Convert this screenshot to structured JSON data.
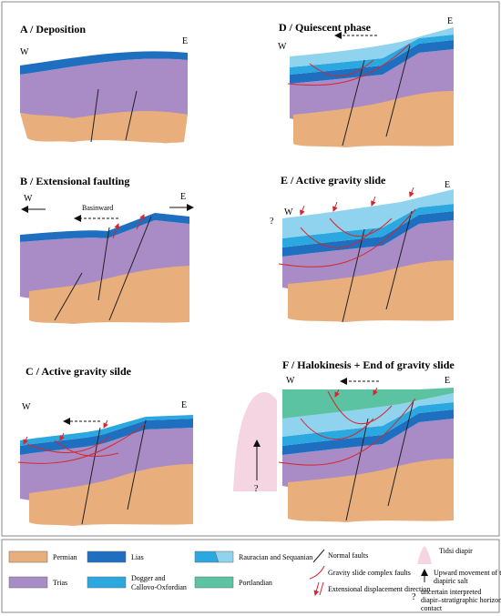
{
  "colors": {
    "permian": "#E8AE7C",
    "trias": "#A98BC6",
    "lias": "#1E6FBF",
    "dogger": "#2CA8E0",
    "rauracian": "#8FD3EE",
    "portlandian": "#5CC3A2",
    "normal_fault": "#222222",
    "gravity_fault": "#D6262F",
    "diapir": "#F6D5E3"
  },
  "panels": {
    "a": {
      "title": "A / Deposition",
      "west": "W",
      "east": "E"
    },
    "b": {
      "title": "B / Extensional faulting",
      "west": "W",
      "east": "E",
      "basinward": "Basinward"
    },
    "c": {
      "title": "C / Active gravity silde",
      "west": "W",
      "east": "E"
    },
    "d": {
      "title": "D / Quiescent phase",
      "west": "W",
      "east": "E"
    },
    "e": {
      "title": "E / Active gravity slide",
      "west": "W",
      "east": "E",
      "question": "?"
    },
    "f": {
      "title": "F / Halokinesis + End of gravity slide",
      "west": "W",
      "east": "E",
      "question": "?"
    }
  },
  "legend": {
    "permian": "Permian",
    "trias": "Trias",
    "lias": "Lias",
    "dogger_line1": "Dogger and",
    "dogger_line2": "Callovo-Oxfordian",
    "rauracian": "Rauracian and Sequanian",
    "portlandian": "Portlandian",
    "normal_faults": "Normal faults",
    "gravity_faults": "Gravity slide complex faults",
    "extensional": "Extensional displacement direction",
    "diapir": "Tidsi diapir",
    "upward_line1": "Upward movement of the",
    "upward_line2": "diapiric salt",
    "uncertain_line1": "uncertain interpreted",
    "uncertain_line2": "diapir–stratigraphic horizon",
    "uncertain_line3": "contact",
    "question_mark": "?"
  }
}
